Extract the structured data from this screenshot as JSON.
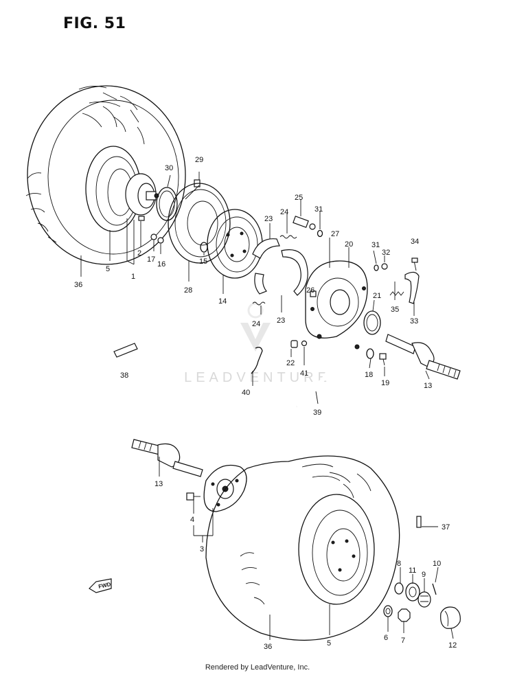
{
  "figure": {
    "title": "FIG. 51"
  },
  "watermark": {
    "text": "LEADVENTURE"
  },
  "footer": {
    "text": "Rendered by LeadVenture, Inc."
  },
  "direction_arrow": {
    "label": "FWD"
  },
  "callouts": [
    {
      "id": "1",
      "text": "1"
    },
    {
      "id": "2",
      "text": "2"
    },
    {
      "id": "3",
      "text": "3"
    },
    {
      "id": "4",
      "text": "4"
    },
    {
      "id": "5a",
      "text": "5"
    },
    {
      "id": "5b",
      "text": "5"
    },
    {
      "id": "6",
      "text": "6"
    },
    {
      "id": "7",
      "text": "7"
    },
    {
      "id": "8",
      "text": "8"
    },
    {
      "id": "9",
      "text": "9"
    },
    {
      "id": "10",
      "text": "10"
    },
    {
      "id": "11",
      "text": "11"
    },
    {
      "id": "12",
      "text": "12"
    },
    {
      "id": "13a",
      "text": "13"
    },
    {
      "id": "13b",
      "text": "13"
    },
    {
      "id": "14",
      "text": "14"
    },
    {
      "id": "15",
      "text": "15"
    },
    {
      "id": "16",
      "text": "16"
    },
    {
      "id": "17",
      "text": "17"
    },
    {
      "id": "18",
      "text": "18"
    },
    {
      "id": "19",
      "text": "19"
    },
    {
      "id": "20",
      "text": "20"
    },
    {
      "id": "21",
      "text": "21"
    },
    {
      "id": "22",
      "text": "22"
    },
    {
      "id": "23a",
      "text": "23"
    },
    {
      "id": "23b",
      "text": "23"
    },
    {
      "id": "24a",
      "text": "24"
    },
    {
      "id": "24b",
      "text": "24"
    },
    {
      "id": "25",
      "text": "25"
    },
    {
      "id": "26",
      "text": "26"
    },
    {
      "id": "27",
      "text": "27"
    },
    {
      "id": "28",
      "text": "28"
    },
    {
      "id": "29",
      "text": "29"
    },
    {
      "id": "30",
      "text": "30"
    },
    {
      "id": "31a",
      "text": "31"
    },
    {
      "id": "31b",
      "text": "31"
    },
    {
      "id": "32",
      "text": "32"
    },
    {
      "id": "33",
      "text": "33"
    },
    {
      "id": "34",
      "text": "34"
    },
    {
      "id": "35",
      "text": "35"
    },
    {
      "id": "36a",
      "text": "36"
    },
    {
      "id": "36b",
      "text": "36"
    },
    {
      "id": "37",
      "text": "37"
    },
    {
      "id": "38",
      "text": "38"
    },
    {
      "id": "39",
      "text": "39"
    },
    {
      "id": "40",
      "text": "40"
    },
    {
      "id": "41",
      "text": "41"
    }
  ]
}
